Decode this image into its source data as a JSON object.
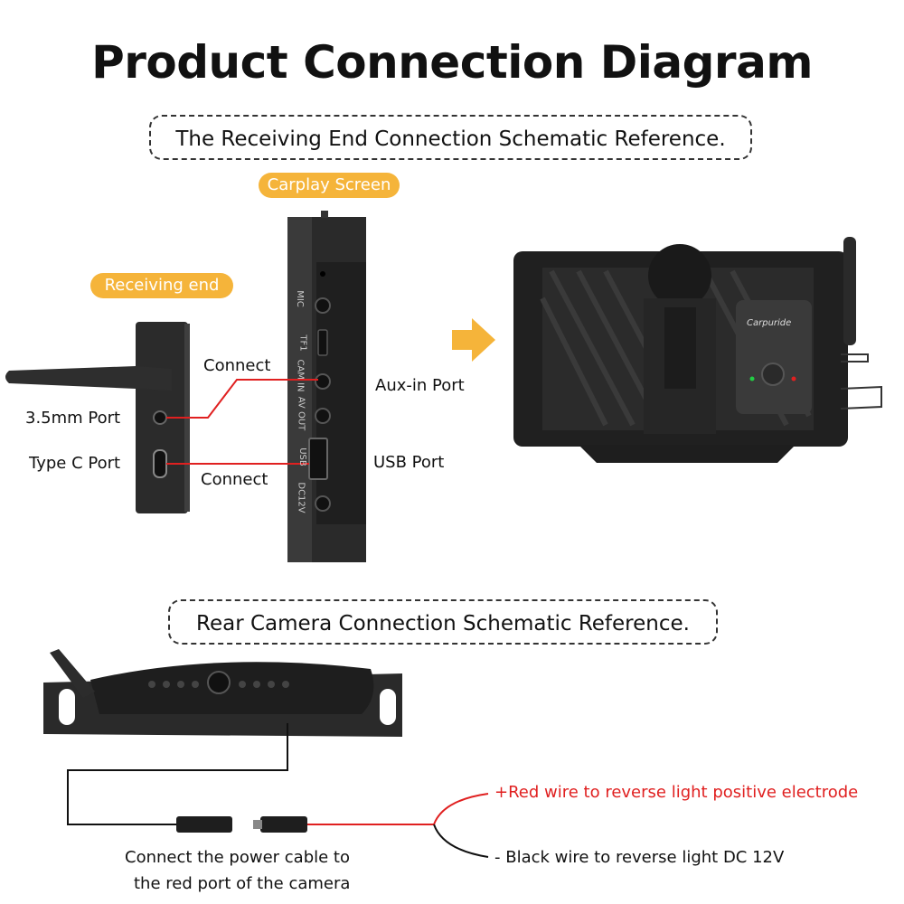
{
  "title": "Product Connection Diagram",
  "receiving_section": {
    "heading": "The Receiving End Connection Schematic Reference.",
    "carplay_screen_tag": "Carplay Screen",
    "receiving_end_tag": "Receiving end",
    "port_35mm": "3.5mm Port",
    "port_typec": "Type C Port",
    "connect_top": "Connect",
    "connect_bottom": "Connect",
    "aux_in": "Aux-in Port",
    "usb_port": "USB Port",
    "screen_port_labels": [
      "MIC",
      "TF1",
      "AV OUT",
      "CAM IN",
      "USB",
      "DC12V"
    ],
    "module_brand": "Carpuride"
  },
  "camera_section": {
    "heading": "Rear Camera Connection Schematic Reference.",
    "red_wire": "+Red wire to reverse light positive electrode",
    "black_wire": "- Black wire to reverse light DC 12V",
    "power_note_line1": "Connect the power cable to",
    "power_note_line2": "the red port of the camera"
  },
  "colors": {
    "accent": "#f5b43a",
    "wire_red": "#e02020",
    "device": "#2b2b2b"
  }
}
